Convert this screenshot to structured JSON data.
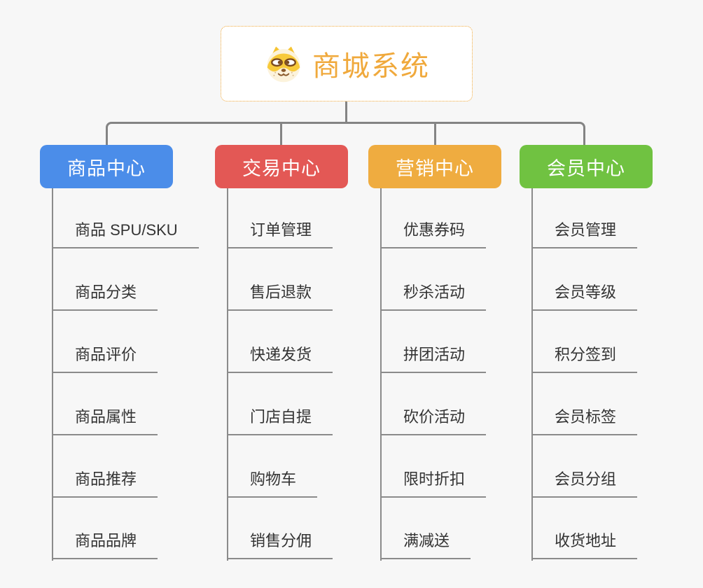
{
  "page": {
    "background": "#f7f7f7"
  },
  "root": {
    "title": "商城系统",
    "icon": "dog-face-icon",
    "text_color": "#f0a93c",
    "border_color": "#f0a93c"
  },
  "connector_color": "#848484",
  "branches": [
    {
      "label": "商品中心",
      "color": "#4b8de9",
      "children": [
        "商品 SPU/SKU",
        "商品分类",
        "商品评价",
        "商品属性",
        "商品推荐",
        "商品品牌"
      ]
    },
    {
      "label": "交易中心",
      "color": "#e35855",
      "children": [
        "订单管理",
        "售后退款",
        "快递发货",
        "门店自提",
        "购物车",
        "销售分佣"
      ]
    },
    {
      "label": "营销中心",
      "color": "#efac40",
      "children": [
        "优惠券码",
        "秒杀活动",
        "拼团活动",
        "砍价活动",
        "限时折扣",
        "满减送"
      ]
    },
    {
      "label": "会员中心",
      "color": "#70c241",
      "children": [
        "会员管理",
        "会员等级",
        "积分签到",
        "会员标签",
        "会员分组",
        "收货地址"
      ]
    }
  ]
}
